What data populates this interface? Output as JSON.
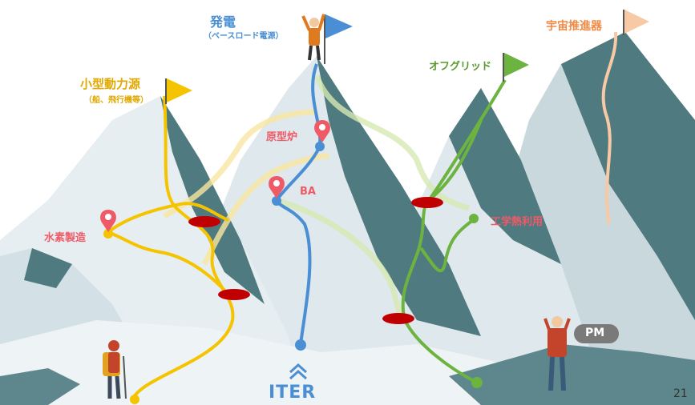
{
  "goals": {
    "power": {
      "title": "発電",
      "subtitle": "（ベースロード電源）"
    },
    "small_power": {
      "title": "小型動力源",
      "subtitle": "（船、飛行機等）"
    },
    "offgrid": {
      "title": "オフグリッド"
    },
    "space": {
      "title": "宇宙推進器"
    }
  },
  "waypoints": {
    "prototype": "原型炉",
    "ba": "BA",
    "hydrogen": "水素製造",
    "industrial_heat": "工学熱利用"
  },
  "start": {
    "label": "ITER",
    "chevron": "≪"
  },
  "pm_badge": "PM",
  "page_number": "21",
  "colors": {
    "blue": "#4a8fd4",
    "yellow": "#f5c400",
    "green": "#6db33f",
    "orange": "#f19a5a",
    "red_marker": "#c00000",
    "pin": "#ef5a67",
    "mountain_dark": "#4f7a7f",
    "mountain_light": "#dfe8ec",
    "sky": "#ffffff"
  }
}
